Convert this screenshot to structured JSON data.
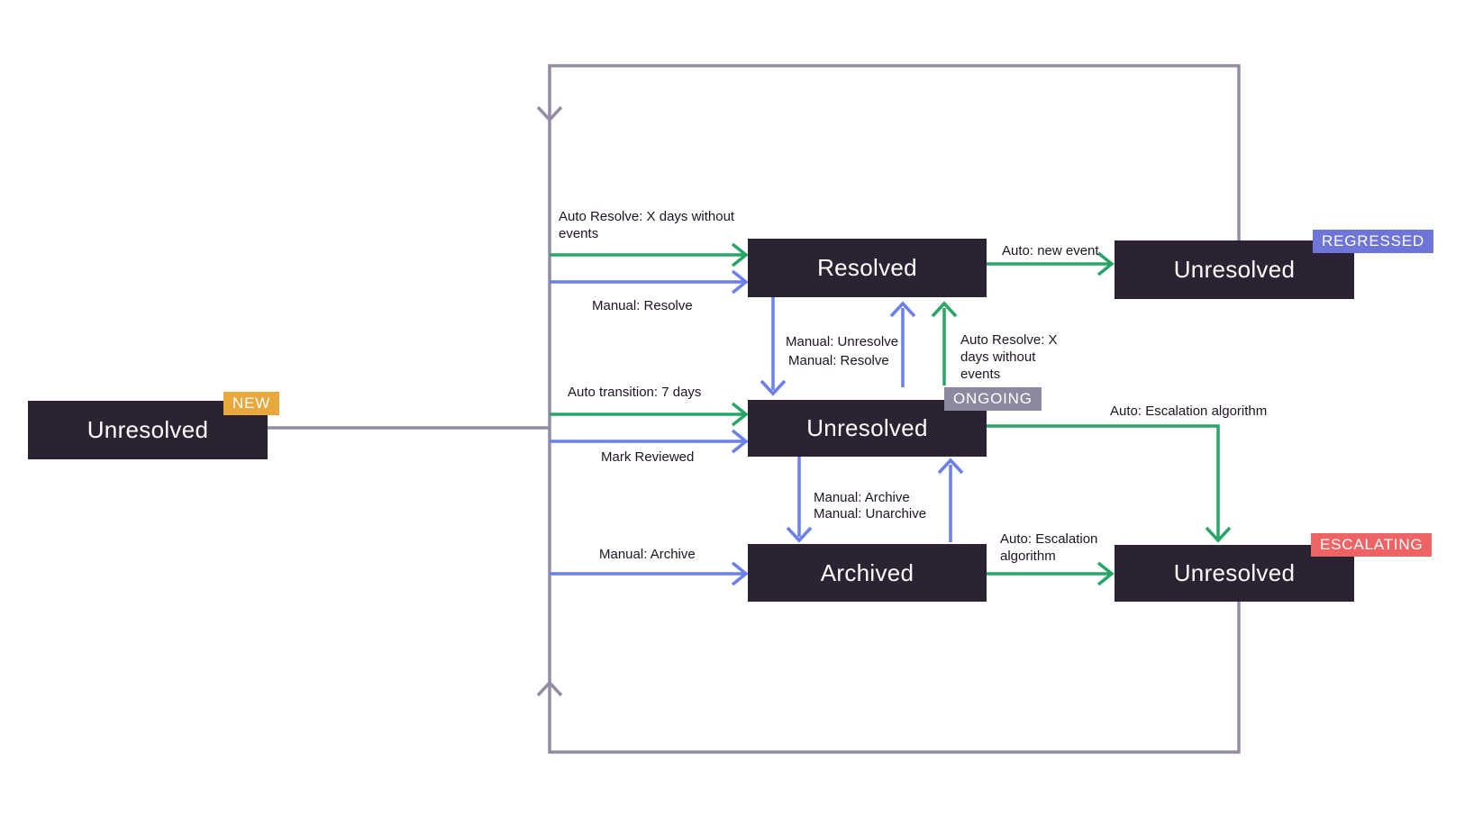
{
  "palette": {
    "background": "#FFFFFF",
    "state_box": "#2B2233",
    "state_text": "#FFFFFF",
    "loop_line": "#938CA4",
    "auto_edge_green": "#27A567",
    "manual_edge_blue": "#6B7FEE",
    "badge_new": "#E9A83B",
    "badge_ongoing": "#8D87A0",
    "badge_regressed": "#6E74D8",
    "badge_escalating": "#EE6465",
    "label_text": "#1E1423"
  },
  "states": {
    "new_unresolved": {
      "label": "Unresolved",
      "badge": "NEW"
    },
    "resolved": {
      "label": "Resolved"
    },
    "ongoing_unresolved": {
      "label": "Unresolved",
      "badge": "ONGOING"
    },
    "archived": {
      "label": "Archived"
    },
    "regressed_unresolved": {
      "label": "Unresolved",
      "badge": "REGRESSED"
    },
    "escalating_unresolved": {
      "label": "Unresolved",
      "badge": "ESCALATING"
    }
  },
  "edge_labels": {
    "auto_resolve_to_resolved": {
      "lines": [
        "Auto Resolve: X days without",
        "events"
      ]
    },
    "manual_resolve_to_resolved": "Manual: Resolve",
    "auto_transition": "Auto transition: 7 days",
    "mark_reviewed": "Mark Reviewed",
    "manual_archive_left": "Manual: Archive",
    "manual_unresolve": "Manual: Unresolve",
    "manual_resolve_mid": "Manual: Resolve",
    "auto_resolve_up": {
      "lines": [
        "Auto Resolve: X",
        "days without",
        "events"
      ]
    },
    "auto_new_event": "Auto: new event",
    "auto_escalation_top": "Auto: Escalation algorithm",
    "manual_archive_mid": "Manual: Archive",
    "manual_unarchive_mid": "Manual: Unarchive",
    "auto_escalation_bottom": {
      "lines": [
        "Auto: Escalation",
        "algorithm"
      ]
    }
  }
}
